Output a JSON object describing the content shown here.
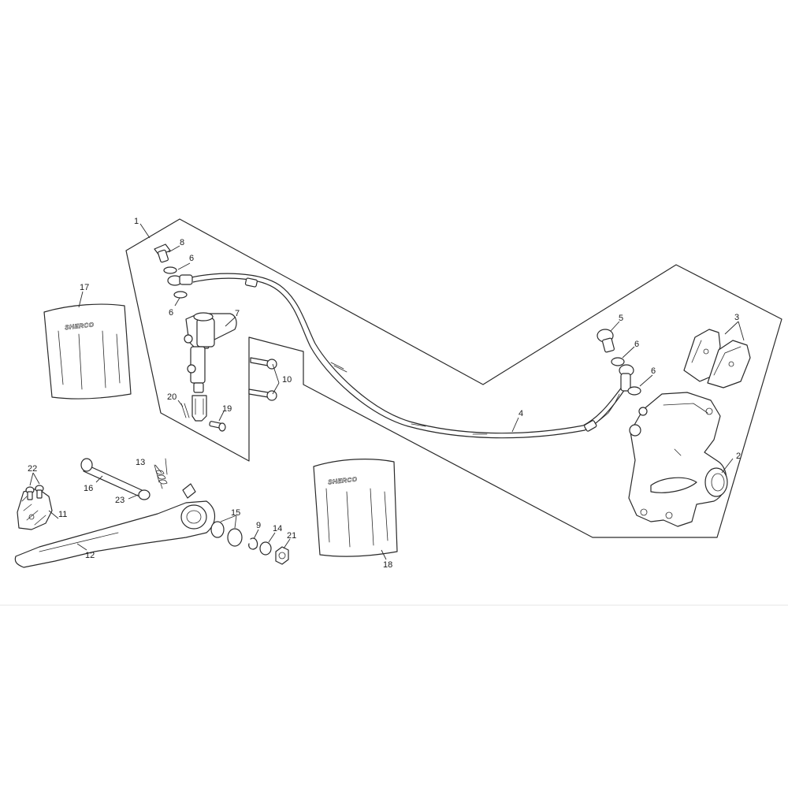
{
  "callouts": {
    "c1": "1",
    "c2": "2",
    "c3": "3",
    "c4": "4",
    "c5": "5",
    "c6a": "6",
    "c6b": "6",
    "c6c": "6",
    "c6d": "6",
    "c7": "7",
    "c8": "8",
    "c9": "9",
    "c10": "10",
    "c11": "11",
    "c12": "12",
    "c13": "13",
    "c14": "14",
    "c15": "15",
    "c16": "16",
    "c17": "17",
    "c18": "18",
    "c19": "19",
    "c20": "20",
    "c21": "21",
    "c22": "22",
    "c23": "23"
  },
  "brand_mark": "SHERCO",
  "colors": {
    "line": "#2a2a2a",
    "background": "#ffffff"
  }
}
